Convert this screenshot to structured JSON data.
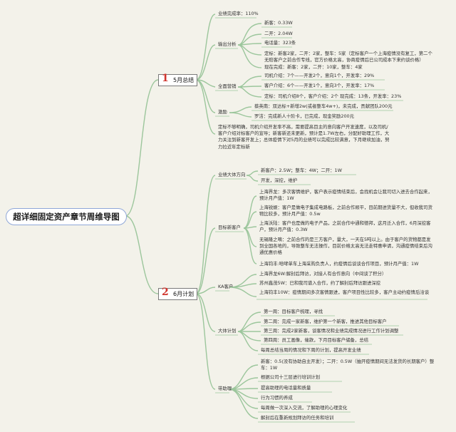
{
  "root": {
    "title": "超详细固定资产章节周维导图"
  },
  "branch1": {
    "number": "1",
    "label": "5月总结",
    "children": {
      "kpi": "业绩完成率：110%",
      "analysis": {
        "label": "输出分析",
        "items": [
          "新客：0.33W",
          "二开：2.04W",
          "电话量：323条",
          "定标：新客2家，二开：2家，整车：5家（定标客户一个上海疫情没有复工，第二个无赔客户之前合作专线，官方价格太高，协商疫情后已公司成本下来约谈价格）",
          "现在完成：新客：2家，二开：10家，整车：4家"
        ]
      },
      "marketing": {
        "label": "全面营销",
        "items": [
          "司机介绍：7个——开发2个，意向1个，开发率：29%",
          "客户介绍：6个——开发1个，意向3个，开发率：17%",
          "定标：司机介绍8个，客户介绍：2个 现完成：13条，开发率：23%"
        ]
      },
      "incentive": {
        "label": "激励",
        "items": [
          "蔡英南：双达标+新增2w(或者整车4w+)，未完成，贡献团队200元",
          "罗洁：完成新人十阶卡，已完成，现金奖励200元"
        ]
      },
      "summary": "定标不够明确，司机介绍开发率不高，需要提高目主的意向客户开发速度，以及司机/客户介绍对标客户的宣导；新客新还未更新，预计是1.7W左右，分配好助理工作，大力关注到新客开发上；总体疫情下对5月的业绩可以完成比较满意，下月继续加油，努力拉近年定标新"
    }
  },
  "branch2": {
    "number": "2",
    "label": "6月计划",
    "children": {
      "direction": {
        "label": "业绩大体方向",
        "items": [
          "新客户：2.5W；整车：4W；二开：1W",
          "开发，深挖，维护"
        ]
      },
      "targets": {
        "label": "目标新客户",
        "items": [
          "上海界龙：多次客情维护，客户表示疫情结束后，会找机会让我司切入进去合作起来，预计月产值：1W",
          "上海锐娱：客户是做电子集成电路板，之前合作顺平，目前期进货量不大，但收我司货物比较多，预计月产值：0.5w",
          "上海沃陆：客户也是做的电子产品，之前合作中通和德邦，这月迁入合作，6月深挖客户，预计月产值：0.3W",
          "无锡隆之嘀：之前合作的是三方客户，量大，一天在5吨以上。由于客户的货物都是发到全国各地的，导致整车无法操作，目前价格太高无法走特惠申请，沟通疫情结束后沟通优惠价格",
          "上海钧丰:哈哮单车上海采购负责人，约疫情后谈谈合作项目，预计月产值：1W"
        ]
      },
      "ka": {
        "label": "KA客户",
        "items": [
          "上海界龙6W:解封后拜访，对接人有合作意向（中间谈了积分）",
          "苏州鑫茂5W：已和我司谱入合作，约了解封后拜访跟进深挖",
          "上海钧丰10W：疫情期间多次客情跟进，客户项目性比较多，客户主动约疫情后洽谈"
        ]
      },
      "plan": {
        "label": "大体计划",
        "items": [
          "第一周：目标客户梳理，寻找",
          "第二周：完成一家新客，维护第一个新客，推进其他目标客户",
          "第三周：完成2家新客，谈客情况和业绩完成情况进行工作计划调整",
          "第四周：员工画像，催款，下月目标客户储备，总结",
          "每周总结当周的情况和下周的计划，提高开发业绩"
        ]
      },
      "assistant": {
        "label": "带助理",
        "items": [
          "新客：0.5(没有协助自主开发）；二开：0.5W（抽开疫情期间无法发货的长期客户）整车：1W",
          "根据公司十三层进行培训计划",
          "提高助理的电话量和质量",
          "行为习惯的养成",
          "每周做一次深入交流，了解助理的心理变化",
          "解封后在重新规划拜访的任务和培训"
        ]
      }
    }
  }
}
